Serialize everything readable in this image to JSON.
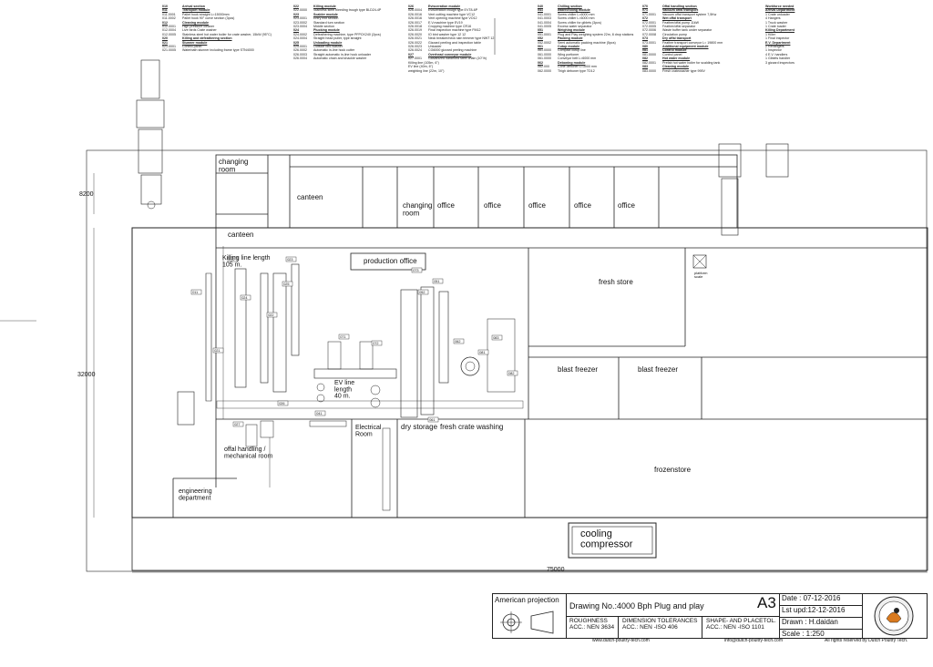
{
  "legend": {
    "col1": [
      {
        "code": "010",
        "text": "Arrival section",
        "head": true
      },
      {
        "code": "011",
        "text": "Transport module",
        "head": true
      },
      {
        "code": "011.0001",
        "text": "Pallet hook straight L=15000mm"
      },
      {
        "code": "011.0002",
        "text": "Pallet hook 90° curve section (3pcs)"
      },
      {
        "code": "012",
        "text": "Cleaning module",
        "head": true
      },
      {
        "code": "012.0001",
        "text": "High pressure cleaner"
      },
      {
        "code": "012.0004",
        "text": "Live birds Crate washer"
      },
      {
        "code": "012.0005",
        "text": "Stainless steel hot water boiler for crate washer, 15kW (95°C)"
      },
      {
        "code": "020",
        "text": "Killing and defeathering section",
        "head": true
      },
      {
        "code": "021",
        "text": "Stunner module",
        "head": true
      },
      {
        "code": "021.0001",
        "text": "Control panel"
      },
      {
        "code": "021.0005",
        "text": "Waterbath stunner including frame type STN4000"
      }
    ],
    "col2": [
      {
        "code": "022",
        "text": "Killing module",
        "head": true
      },
      {
        "code": "022.0000",
        "text": "Stainless steel bleeding trough type BLD24-4P"
      },
      {
        "code": "023",
        "text": "Scalder module",
        "head": true
      },
      {
        "code": "023.0001",
        "text": "Entry exit section"
      },
      {
        "code": "023.0002",
        "text": "Standard turn section"
      },
      {
        "code": "023.0004",
        "text": "Middle section"
      },
      {
        "code": "024",
        "text": "Plucking module",
        "head": true
      },
      {
        "code": "024.0002",
        "text": "Defeathering machine, type PFPCK240 (2pcs)"
      },
      {
        "code": "024.0004",
        "text": "Straight head puller, type straight"
      },
      {
        "code": "025",
        "text": "Unloading module",
        "head": true
      },
      {
        "code": "025.0001",
        "text": "Outside bird washer"
      },
      {
        "code": "026.0002",
        "text": "Automatic in-line hock cutter"
      },
      {
        "code": "026.0003",
        "text": "Straight automatic in-line hock unloader"
      },
      {
        "code": "026.0004",
        "text": "Automatic chain and shackle washer"
      }
    ],
    "col3": [
      {
        "code": "026",
        "text": "Evisceration module",
        "head": true
      },
      {
        "code": "026.0004",
        "text": "Evisceration trough type EVT8-6P"
      },
      {
        "code": "026.0016",
        "text": "Vent cutting machine type VC12"
      },
      {
        "code": "026.0016",
        "text": "Vent opening machine type VO12"
      },
      {
        "code": "026.0017",
        "text": "E.V.machine type EV19"
      },
      {
        "code": "026.0018",
        "text": "Cropping machine type CR16"
      },
      {
        "code": "026.0019",
        "text": "Final inspection machine type FM12"
      },
      {
        "code": "026.0020",
        "text": "IO bird washer type 12 12"
      },
      {
        "code": "026.0021",
        "text": "Neck breaker/neck skin trimmer type NWT 12"
      },
      {
        "code": "026.0022",
        "text": "Gizzard peeling and inspection table"
      },
      {
        "code": "026.0023",
        "text": "Unloader"
      },
      {
        "code": "026.0024",
        "text": "CG6000 gizzard peeling machine"
      },
      {
        "code": "027",
        "text": "Overhead conveyor module",
        "head": true
      },
      {
        "code": "027.0001",
        "text": "Galvanized hardened steel chain (10\"/h)"
      },
      {
        "code": "",
        "text": "Killing line (105m, 6\")"
      },
      {
        "code": "",
        "text": "EV line (40m, 6\")"
      },
      {
        "code": "",
        "text": "weighting line (22m, 10\")"
      }
    ],
    "col4": [
      {
        "code": "040",
        "text": "Chilling section",
        "head": true
      },
      {
        "code": "041",
        "text": "waterchilling module",
        "head": true
      },
      {
        "code": "041.0001",
        "text": "Screw chiller L=6000 mm"
      },
      {
        "code": "041.0003",
        "text": "Screw chiller L=6000 mm"
      },
      {
        "code": "041.0004",
        "text": "Screw chiller for giblets (3pcs)"
      },
      {
        "code": "041.0005",
        "text": "Excess water separator"
      },
      {
        "code": "051",
        "text": "Weighing module",
        "head": true
      },
      {
        "code": "051.0001",
        "text": "Plug and Play weighing system 22m, 8 drop stations"
      },
      {
        "code": "052",
        "text": "Packing module",
        "head": true
      },
      {
        "code": "052.0002",
        "text": "Semi automatic packing machine (5pcs)"
      },
      {
        "code": "061",
        "text": "Cutup module",
        "head": true
      },
      {
        "code": "061.0000",
        "text": "Compact cutup line"
      },
      {
        "code": "061.0000",
        "text": "Wing portioner"
      },
      {
        "code": "061.0000",
        "text": "Conveyor belt L=6000 mm"
      },
      {
        "code": "062",
        "text": "Deboning module",
        "head": true
      },
      {
        "code": "062.000",
        "text": "Cone deboner L=3000 mm"
      },
      {
        "code": "062.0000",
        "text": "Thigh deboner type TD12"
      }
    ],
    "col5": [
      {
        "code": "070",
        "text": "Offal handling section",
        "head": true
      },
      {
        "code": "071",
        "text": "Vacuum offal transport",
        "head": true
      },
      {
        "code": "071.0001",
        "text": "Vacuum offal transport system 7,5Kw"
      },
      {
        "code": "072",
        "text": "Wet offal transport",
        "head": true
      },
      {
        "code": "072.0001",
        "text": "Feather/offal pump 11kW"
      },
      {
        "code": "072.0005",
        "text": "Feather/offal separator"
      },
      {
        "code": "072.0006",
        "text": "Waste buffer tank under separator"
      },
      {
        "code": "072.0008",
        "text": "Circulation pump"
      },
      {
        "code": "073",
        "text": "Dry offal transport",
        "head": true
      },
      {
        "code": "073.0001",
        "text": "Feather transport conveyor L= 19800 mm"
      },
      {
        "code": "080",
        "text": "Additional equipment module",
        "head": true
      },
      {
        "code": "081",
        "text": "Control module",
        "head": true
      },
      {
        "code": "081.0000",
        "text": "Control panel"
      },
      {
        "code": "082",
        "text": "Hot water module",
        "head": true
      },
      {
        "code": "082.0001",
        "text": "Prefab hot water boiler for scalding tank"
      },
      {
        "code": "083",
        "text": "Cleaning module",
        "head": true
      },
      {
        "code": "083.0000",
        "text": "Fresh cratewasher type 995V"
      }
    ],
    "col6": [
      {
        "code": "",
        "text": "Workforce needed",
        "head": true
      },
      {
        "code": "",
        "text": "Arrival Department",
        "head": true
      },
      {
        "code": "",
        "text": "1 Crate unloader"
      },
      {
        "code": "",
        "text": "4 Hangers"
      },
      {
        "code": "",
        "text": "1 Truck washer"
      },
      {
        "code": "",
        "text": "1 Crate loader"
      },
      {
        "code": "",
        "text": "Killing Department",
        "head": true
      },
      {
        "code": "",
        "text": "1 Killer"
      },
      {
        "code": "",
        "text": "1 Final inspector"
      },
      {
        "code": "",
        "text": "E.V. Department",
        "head": true
      },
      {
        "code": "",
        "text": "2 Rehangers"
      },
      {
        "code": "",
        "text": "1 Inspector"
      },
      {
        "code": "",
        "text": "4 E.V. handlers"
      },
      {
        "code": "",
        "text": "1 Gibiets handler"
      },
      {
        "code": "",
        "text": "3 gizzard inspectors"
      }
    ]
  },
  "rooms": {
    "changing_room_1": "changing\nroom",
    "canteen_1": "canteen",
    "canteen_2": "canteen",
    "changing_room_2": "changing\nroom",
    "office": "office",
    "production_office": "production office",
    "killing_line": "Killing line length\n105 m.",
    "ev_line": "EV line\nlength\n40 m.",
    "fresh_store": "fresh store",
    "platform_scale": "platform\nscale",
    "blast_freezer": "blast freezer",
    "offal_handling": "offal handling /\nmechanical room",
    "electrical_room": "Electrical\nRoom",
    "dry_storage": "dry storage",
    "fresh_crate_washing": "fresh crate washing",
    "frozenstore": "frozenstore",
    "engineering": "engineering\ndepartment",
    "cooling_compressor": "cooling\ncompressor"
  },
  "dimensions": {
    "top_height": "8200",
    "main_height": "32000",
    "total_width": "75000"
  },
  "equipment_tags": [
    "011",
    "012",
    "021",
    "022",
    "023",
    "024",
    "025",
    "026",
    "027",
    "041",
    "051",
    "052",
    "061",
    "062",
    "071",
    "072",
    "073",
    "081",
    "082",
    "083"
  ],
  "title_block": {
    "projection": "American projection",
    "drawing_no": "Drawing No.:4000 Bph Plug and play",
    "size": "A3",
    "date": "Date    : 07-12-2016",
    "last_update": "Lst upd:12-12-2016",
    "drawn": "Drawn : H.daidan",
    "scale": "Scale  : 1:250",
    "roughness": "ROUGHNESS",
    "roughness_acc": "ACC.: NEN 3634",
    "tolerances": "DIMENSION TOLERANCES",
    "tolerances_acc": "ACC.: NEN -ISO 406",
    "shape": "SHAPE- AND PLACETOL.",
    "shape_acc": "ACC.: NEN -ISO 1101",
    "website": "www.dutch-poultry-tech.com",
    "email": "info@dutch-poultry-tech.com",
    "rights": "All rights reserved by Dutch Poultry Tech."
  }
}
